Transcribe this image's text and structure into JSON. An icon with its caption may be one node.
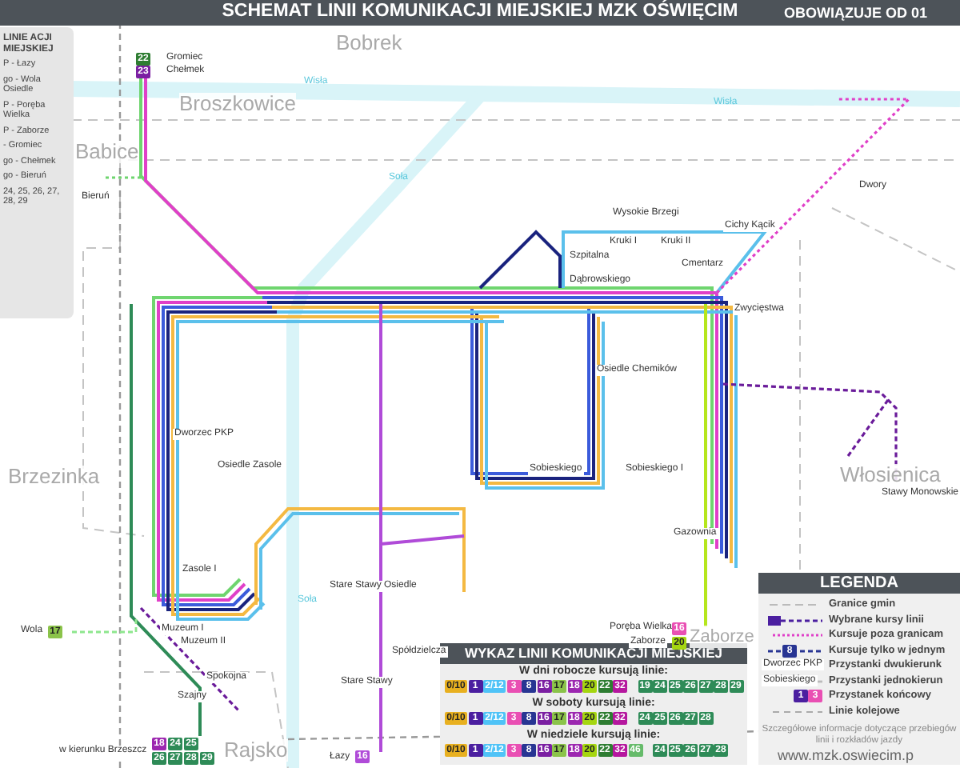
{
  "diagram": {
    "nodes": [
      {
        "text": [
          "SCHEMAT LINII KOMUNIKACJI MIEJSKIEJ MZK OŚWIĘCIM"
        ]
      },
      {
        "text": [
          "LINIE ACJI MIEJSKIEJ",
          "P - Łazy",
          "go - Wola Osiedle",
          "P - Poręba Wielka",
          "P - Zaborze",
          "- Gromiec",
          "go - Chełmek",
          "go - Bieruń",
          "24, 25, 26, 27, 28, 29"
        ]
      },
      {
        "text": [
          "LEGENDA"
        ]
      },
      {
        "text": [
          "WYKAZ LINII KOMUNIKACJI MIEJSKIEJ"
        ]
      }
    ],
    "labels": [
      "OBOWIĄZUJE OD 01",
      "Bobrek",
      "Broszkowice",
      "Babice",
      "Brzezinka",
      "Włosienica",
      "Zaborze",
      "Rajsko",
      "Wisła",
      "Soła",
      "Wisła",
      "Soła",
      "22",
      "Gromiec",
      "23",
      "Chełmek",
      "Bieruń",
      "Wola",
      "17",
      "w kierunku Brzeszcz",
      "18",
      "24",
      "25",
      "26",
      "27",
      "28",
      "29",
      "Łazy",
      "16",
      "Poręba Wielka",
      "16",
      "Zaborze",
      "20",
      "Stawy Monowskie",
      "Dwory",
      "Wysokie Brzegi",
      "Kruki I",
      "Kruki II",
      "Cichy Kącik",
      "Cmentarz",
      "Zwycięstwa",
      "Szpitalna",
      "Dąbrowskiego",
      "Osiedle Chemików",
      "Sobieskiego",
      "Sobieskiego I",
      "Gazownia",
      "Dworzec PKP",
      "Osiedle Zasole",
      "Zasole I",
      "Muzeum I",
      "Muzeum II",
      "Spokojna",
      "Szajny",
      "Stare Stawy",
      "Stare Stawy Osiedle",
      "Spółdzielcza",
      "W dni robocze kursują linie:",
      "0/10",
      "1",
      "2/12",
      "3",
      "8",
      "16",
      "17",
      "18",
      "20",
      "22",
      "32",
      "19",
      "24",
      "25",
      "26",
      "27",
      "28",
      "29",
      "W soboty kursują linie:",
      "0/10",
      "1",
      "2/12",
      "3",
      "8",
      "16",
      "17",
      "18",
      "20",
      "22",
      "32",
      "24",
      "25",
      "26",
      "27",
      "28",
      "W niedziele kursują linie:",
      "0/10",
      "1",
      "2/12",
      "3",
      "8",
      "16",
      "17",
      "18",
      "20",
      "22",
      "32",
      "46",
      "24",
      "25",
      "26",
      "27",
      "28",
      "Dworzec PKP",
      "Sobieskiego",
      "1",
      "3",
      "8",
      "Szczegółowe informacje dotyczące przebiegów linii i rozkładów jazdy",
      "www.mzk.oswiecim.p"
    ],
    "legend": [
      {
        "text": "Granice gmin"
      },
      {
        "text": "Wybrane kursy linii"
      },
      {
        "text": "Kursuje poza granicam"
      },
      {
        "text": "Kursuje tylko w jednym"
      },
      {
        "text": "Przystanki dwukierunk"
      },
      {
        "text": "Przystanki jednokierun"
      },
      {
        "text": "Przystanek końcowy"
      },
      {
        "text": "Linie kolejowe"
      }
    ]
  }
}
